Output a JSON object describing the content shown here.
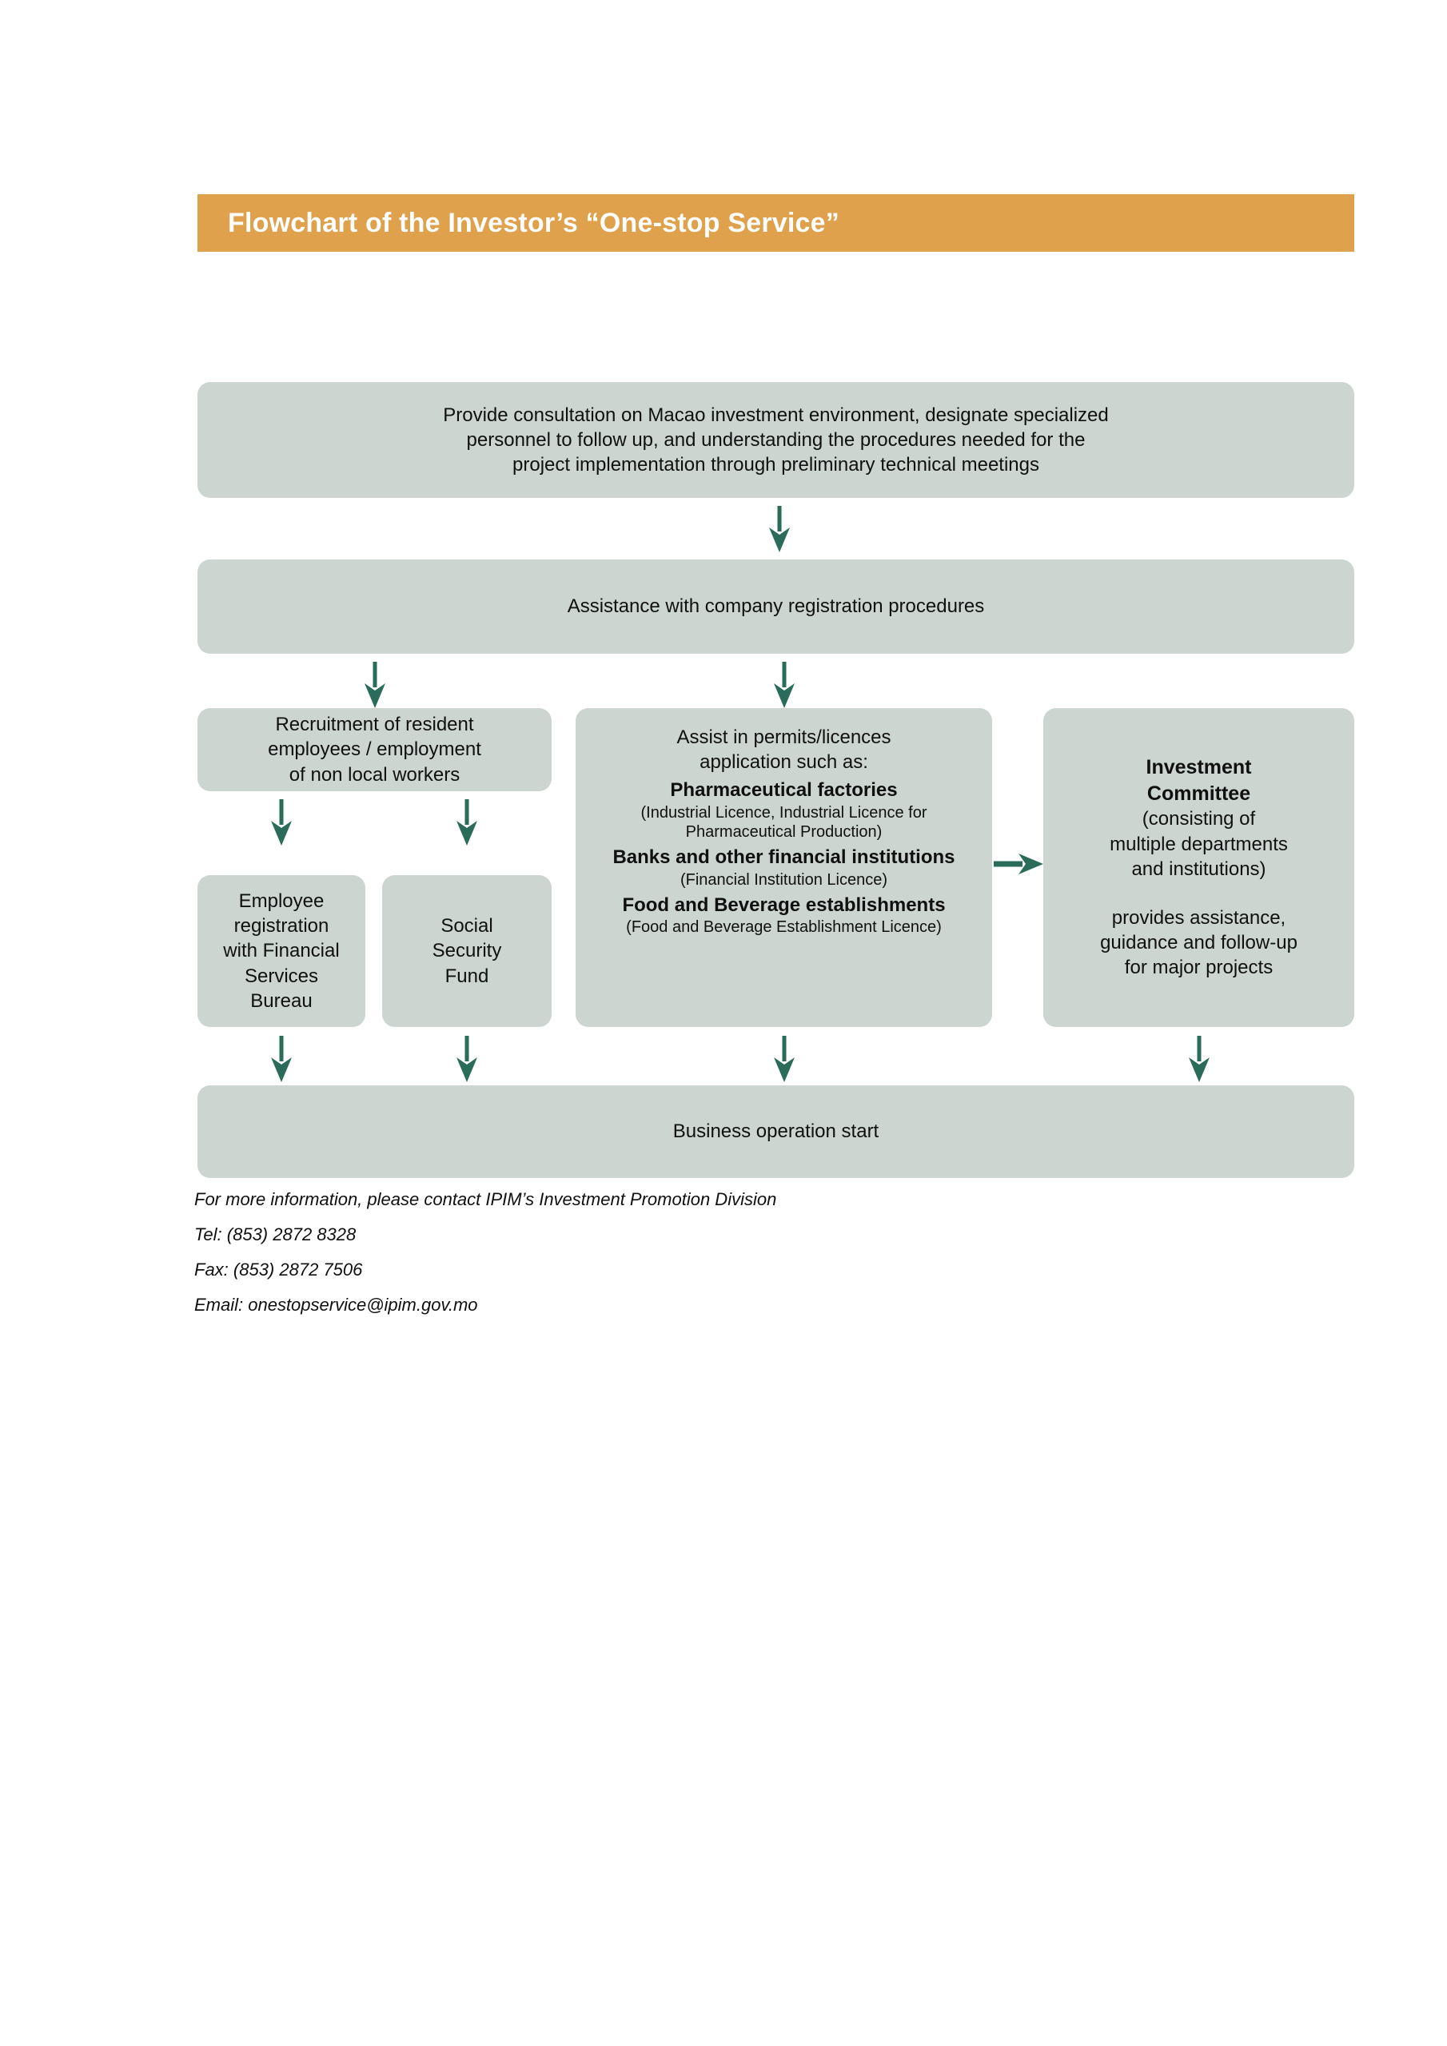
{
  "colors": {
    "title_band": "#DFA14B",
    "title_text": "#FFFFFF",
    "box_fill": "#CCD5D0",
    "arrow": "#2A6B59",
    "body_text": "#101010",
    "page_background": "#FFFFFF"
  },
  "header": {
    "title": "Flowchart of the Investor’s “One-stop Service”"
  },
  "flow": {
    "consultation": {
      "lines": [
        "Provide consultation on Macao investment environment, designate specialized",
        "personnel to follow up, and understanding the procedures needed for the",
        "project implementation through preliminary technical meetings"
      ]
    },
    "registration": {
      "lines": [
        "Assistance with company registration procedures"
      ]
    },
    "recruitment": {
      "lines": [
        "Recruitment of resident",
        "employees / employment",
        "of non local workers"
      ]
    },
    "employee_registration": {
      "lines": [
        "Employee",
        "registration",
        "with Financial",
        "Services",
        "Bureau"
      ]
    },
    "social_security_fund": {
      "lines": [
        "Social",
        "Security",
        "Fund"
      ]
    },
    "permits": {
      "heading_lines": [
        "Assist in permits/licences",
        "application such as:"
      ],
      "items": [
        {
          "title": "Pharmaceutical factories",
          "detail_lines": [
            "(Industrial Licence, Industrial Licence for",
            "Pharmaceutical Production)"
          ]
        },
        {
          "title": "Banks and other financial institutions",
          "detail_lines": [
            "(Financial Institution Licence)"
          ]
        },
        {
          "title": "Food and Beverage establishments",
          "detail_lines": [
            "(Food and Beverage Establishment Licence)"
          ]
        }
      ]
    },
    "committee": {
      "title_lines": [
        "Investment",
        "Committee"
      ],
      "subtitle_lines": [
        "(consisting of",
        "multiple departments",
        "and institutions)"
      ],
      "body_lines": [
        "provides assistance,",
        "guidance and follow-up",
        "for major projects"
      ]
    },
    "business_start": {
      "lines": [
        "Business operation start"
      ]
    }
  },
  "contact": {
    "lines": [
      "For more information, please contact IPIM’s Investment Promotion Division",
      "Tel: (853) 2872 8328",
      "Fax: (853) 2872 7506",
      "Email: onestopservice@ipim.gov.mo"
    ]
  }
}
